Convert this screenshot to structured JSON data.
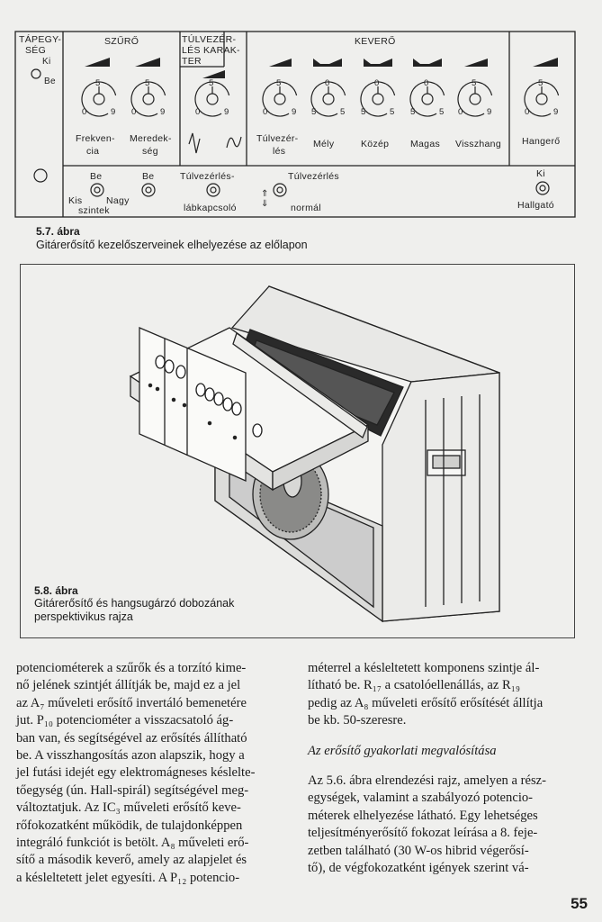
{
  "panel": {
    "tapegyseg": [
      "TÁPEGY-",
      "SÉG"
    ],
    "ki": "Ki",
    "be": "Be",
    "szuro": "SZŰRŐ",
    "tulvezerles_karakter": [
      "TÚLVEZÉR-",
      "LÉS KARAK-",
      "TER"
    ],
    "kevero": "KEVERŐ",
    "knobs": [
      {
        "top": "5",
        "left": "0",
        "right": "9"
      },
      {
        "top": "5",
        "left": "0",
        "right": "9"
      },
      {
        "top": "5",
        "left": "0",
        "right": "9"
      },
      {
        "top": "5",
        "left": "0",
        "right": "9"
      },
      {
        "top": "0",
        "left": "5",
        "right": "5"
      },
      {
        "top": "0",
        "left": "5",
        "right": "5"
      },
      {
        "top": "0",
        "left": "5",
        "right": "5"
      },
      {
        "top": "5",
        "left": "0",
        "right": "9"
      },
      {
        "top": "5",
        "left": "0",
        "right": "9"
      }
    ],
    "labels": {
      "frekvencia": [
        "Frekven-",
        "cia"
      ],
      "meredekseg": [
        "Meredek-",
        "ség"
      ],
      "tulvezerles": [
        "Túlvezér-",
        "lés"
      ],
      "mely": "Mély",
      "kozep": "Közép",
      "magas": "Magas",
      "visszhang": "Visszhang",
      "hangero": "Hangerő"
    },
    "bottom": {
      "be1": "Be",
      "be2": "Be",
      "kis": "Kis",
      "nagy": "Nagy",
      "szintek": "szintek",
      "tulvezerles_dash": "Túlvezérlés-",
      "labkapcsolo": "lábkapcsoló",
      "tulvezerles2": "Túlvezérlés",
      "normal": "normál",
      "arrows": "⇑\n⇓",
      "ki": "Ki",
      "hallgato": "Hallgató"
    }
  },
  "fig57": {
    "number": "5.7. ábra",
    "caption": "Gitárerősítő kezelőszerveinek elhelyezése az előlapon"
  },
  "fig58": {
    "number": "5.8. ábra",
    "caption_lines": [
      "Gitárerősítő és hangsugárzó dobozának",
      "perspektivikus rajza"
    ]
  },
  "left_column": [
    "potenciométerek a szűrők és a torzító kime-",
    "nő jelének szintjét állítják be, majd ez a jel",
    "az A₇ műveleti erősítő invertáló bemenetére",
    "jut. P₁₀ potenciométer a visszacsatoló ág-",
    "ban van, és segítségével az erősítés állítható",
    "be. A visszhangosítás azon alapszik, hogy a",
    "jel futási idejét egy elektromágneses késlelte-",
    "tőegység (ún. Hall-spirál) segítségével meg-",
    "változtatjuk. Az IC₃ műveleti erősítő keve-",
    "rőfokozatként működik, de tulajdonképpen",
    "integráló funkciót is betölt. A₈ műveleti erő-",
    "sítő a második keverő, amely az alapjelet és",
    "a késleltetett jelet egyesíti. A P₁₂ potencio-"
  ],
  "right_column": {
    "para1": [
      "méterrel a késleltetett komponens szintje ál-",
      "lítható be. R₁₇ a csatolóellenállás, az R₁₉",
      "pedig az A₈ műveleti erősítő erősítését állítja",
      "be kb. 50-szeresre."
    ],
    "heading": "Az erősítő gyakorlati megvalósítása",
    "para2": [
      "Az 5.6. ábra elrendezési rajz, amelyen a rész-",
      "egységek, valamint a szabályozó potencio-",
      "méterek elhelyezése látható. Egy lehetséges",
      "teljesítményerősítő fokozat leírása a 8. feje-",
      "zetben található (30 W-os hibrid végerősí-",
      "tő), de végfokozatként igények szerint vá-"
    ]
  },
  "page_number": "55"
}
